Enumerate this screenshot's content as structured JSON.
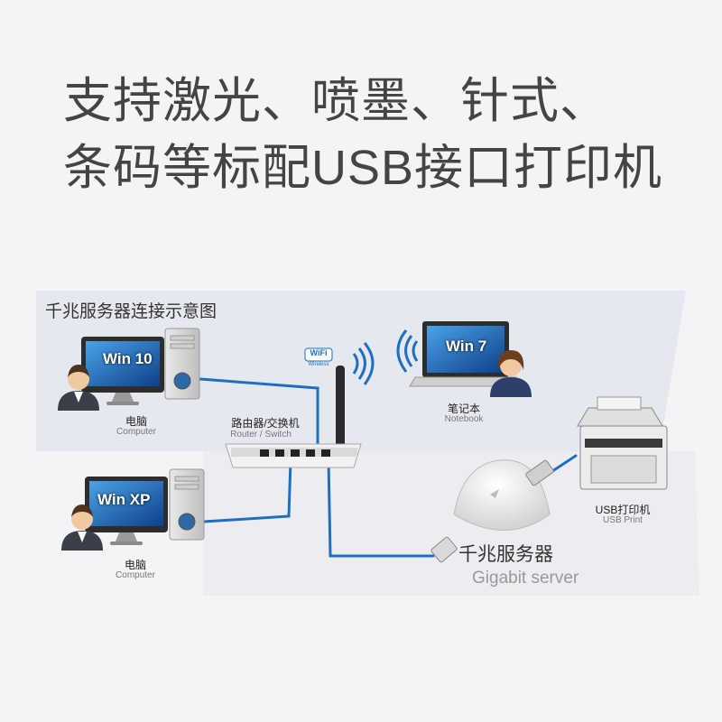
{
  "headline": {
    "line1": "支持激光、喷墨、针式、",
    "line2": "条码等标配USB接口打印机"
  },
  "diagram": {
    "title": "千兆服务器连接示意图",
    "pc1": {
      "screen": "Win 10",
      "label_cn": "电脑",
      "label_en": "Computer"
    },
    "pc2": {
      "screen": "Win XP",
      "label_cn": "电脑",
      "label_en": "Computer"
    },
    "router": {
      "label_cn": "路由器/交换机",
      "label_en": "Router / Switch",
      "wifi_badge": "WiFi",
      "badge_sub": "Wireless"
    },
    "notebook": {
      "screen": "Win 7",
      "label_cn": "笔记本",
      "label_en": "Notebook"
    },
    "printer": {
      "label_cn": "USB打印机",
      "label_en": "USB Print"
    },
    "server": {
      "label_cn": "千兆服务器",
      "label_en": "Gigabit server"
    }
  },
  "colors": {
    "cable": "#1e6fc0",
    "screen": "#1c63b8",
    "headline": "#444444"
  }
}
